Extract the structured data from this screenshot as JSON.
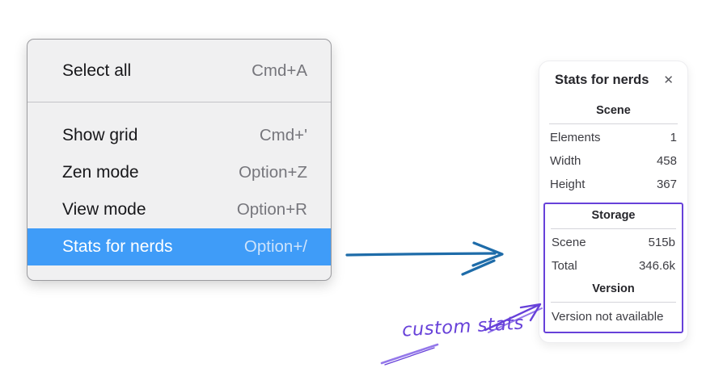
{
  "menu": {
    "groups": [
      {
        "items": [
          {
            "label": "Select all",
            "shortcut": "Cmd+A",
            "highlighted": false
          }
        ]
      },
      {
        "items": [
          {
            "label": "Show grid",
            "shortcut": "Cmd+'",
            "highlighted": false
          },
          {
            "label": "Zen mode",
            "shortcut": "Option+Z",
            "highlighted": false
          },
          {
            "label": "View mode",
            "shortcut": "Option+R",
            "highlighted": false
          },
          {
            "label": "Stats for nerds",
            "shortcut": "Option+/",
            "highlighted": true
          }
        ]
      }
    ]
  },
  "stats_panel": {
    "title": "Stats for nerds",
    "close_icon": "✕",
    "scene_section": {
      "title": "Scene",
      "rows": [
        {
          "label": "Elements",
          "value": "1"
        },
        {
          "label": "Width",
          "value": "458"
        },
        {
          "label": "Height",
          "value": "367"
        }
      ]
    },
    "storage_section": {
      "title": "Storage",
      "rows": [
        {
          "label": "Scene",
          "value": "515b"
        },
        {
          "label": "Total",
          "value": "346.6k"
        }
      ]
    },
    "version_section": {
      "title": "Version",
      "note": "Version not available"
    }
  },
  "annotation": {
    "label": "custom stats"
  },
  "colors": {
    "menu-bg": "#f0f0f1",
    "menu-border": "#9b9b9f",
    "menu-divider": "#c3c3c7",
    "menu-text": "#17171a",
    "menu-shortcut": "#76767c",
    "menu-highlight": "#3f9cf8",
    "menu-highlight-shortcut": "#cde3fb",
    "panel-border": "#ededf0",
    "panel-title": "#26262b",
    "panel-text": "#3c3c42",
    "panel-rule": "#d4d4da",
    "arrow-blue": "#1e6ca9",
    "annotation-purple": "#6741d9",
    "annotation-purple-light": "#9478ea"
  }
}
